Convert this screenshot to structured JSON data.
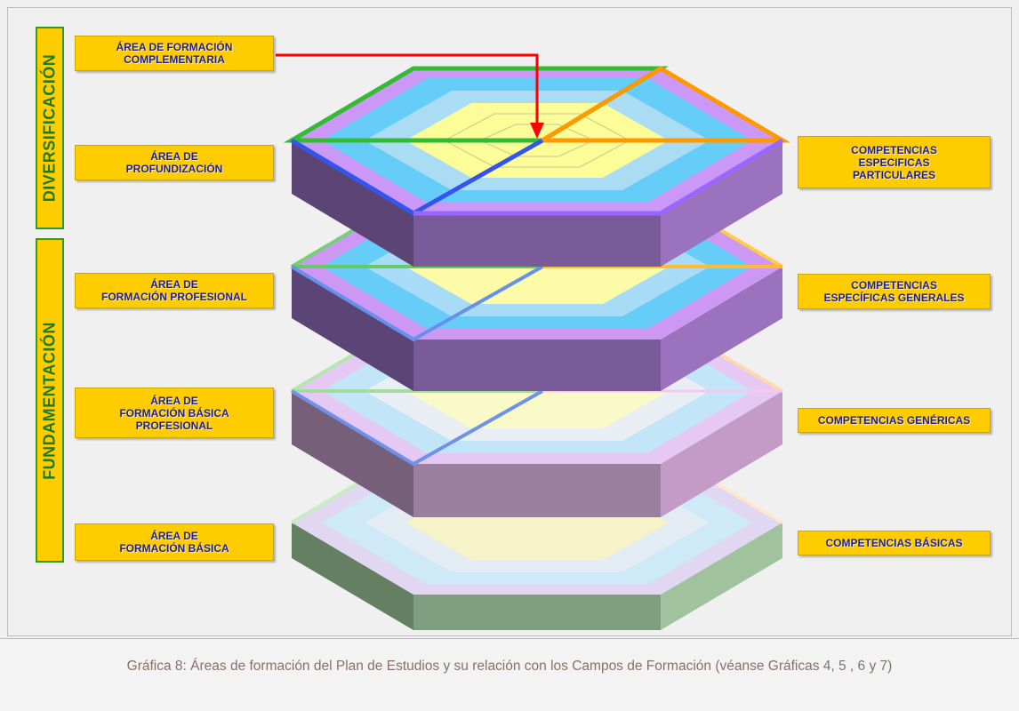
{
  "left_labels": [
    {
      "id": "complementaria",
      "text": "ÁREA DE FORMACIÓN\nCOMPLEMENTARIA"
    },
    {
      "id": "profundizacion",
      "text": "ÁREA DE\nPROFUNDIZACIÓN"
    },
    {
      "id": "profesional",
      "text": "ÁREA DE\nFORMACIÓN PROFESIONAL"
    },
    {
      "id": "basica-profesional",
      "text": "ÁREA DE\nFORMACIÓN BÁSICA\nPROFESIONAL"
    },
    {
      "id": "basica",
      "text": "ÁREA DE\nFORMACIÓN BÁSICA"
    }
  ],
  "right_labels": [
    {
      "id": "especificas-particulares",
      "text": "COMPETENCIAS\nESPECIFICAS\nPARTICULARES"
    },
    {
      "id": "especificas-generales",
      "text": "COMPETENCIAS\nESPECÍFICAS GENERALES"
    },
    {
      "id": "genericas",
      "text": "COMPETENCIAS GENÉRICAS"
    },
    {
      "id": "basicas",
      "text": "COMPETENCIAS BÁSICAS"
    }
  ],
  "vertical_labels": {
    "diversificacion": "DIVERSIFICACIÓN",
    "fundamentacion": "FUNDAMENTACIÓN"
  },
  "caption": "Gráfica 8: Áreas de formación del Plan de Estudios y su relación con los Campos de Formación (véanse Gráficas 4, 5 , 6 y 7)",
  "colors": {
    "label_fill": "#ffcc00",
    "label_text": "#1f1f8f",
    "vertical_border": "#2f9a2f",
    "vertical_text": "#1f7a1f",
    "arrow": "#ff0000"
  }
}
